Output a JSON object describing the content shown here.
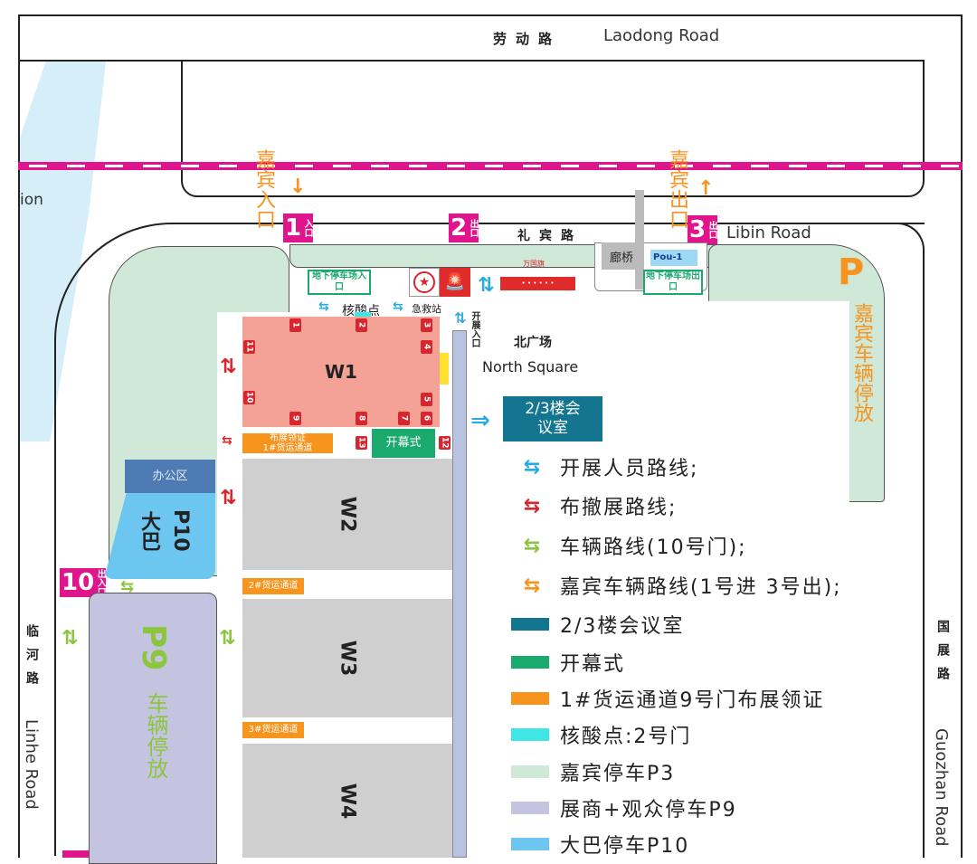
{
  "roads": {
    "north": {
      "cn": "劳动路",
      "en": "Laodong Road"
    },
    "libin": {
      "cn": "礼宾路",
      "en": "Libin Road"
    },
    "west": {
      "cn": "临河路",
      "en": "Linhe Road"
    },
    "east": {
      "cn": "国展路",
      "en": "Guozhan Road"
    },
    "partial_left": "ion"
  },
  "gates": [
    {
      "num": "1",
      "tag": "入口"
    },
    {
      "num": "2",
      "tag": "出口"
    },
    {
      "num": "3",
      "tag": "出口"
    },
    {
      "num": "10",
      "tag": "出入口"
    }
  ],
  "vip": {
    "entrance": "嘉宾入口",
    "exit": "嘉宾出口"
  },
  "labels": {
    "underground_entry": "地下停车场入口",
    "underground_exit": "地下停车场出口",
    "bridge": "廊桥",
    "pou": "Pou-1",
    "flags": "万国旗",
    "nucleic": "核酸点",
    "firstaid": "急救站",
    "open_entry": "开展入口",
    "north_square_cn": "北广场",
    "north_square_en": "North Square",
    "meeting": "2/3楼会议室",
    "office": "办公区",
    "p10": "P10",
    "p10_bus": "大巴",
    "p9": "P9",
    "p9_text": "车辆停放",
    "p3": "P",
    "p3_text": "嘉宾车辆停放",
    "opening": "开幕式",
    "cargo1_a": "布展领证",
    "cargo1_b": "1#货运通道",
    "cargo2": "2#货运通道",
    "cargo3": "3#货运通道"
  },
  "halls": [
    "W1",
    "W2",
    "W3",
    "W4"
  ],
  "doors": [
    "1",
    "2",
    "3",
    "4",
    "5",
    "6",
    "7",
    "8",
    "9",
    "10",
    "11",
    "12",
    "13"
  ],
  "legend": [
    {
      "type": "arrow",
      "color": "#29abe2",
      "label": "开展人员路线;"
    },
    {
      "type": "arrow",
      "color": "#d7262e",
      "label": "布撤展路线;"
    },
    {
      "type": "arrow",
      "color": "#8cc63f",
      "label": "车辆路线(10号门);"
    },
    {
      "type": "arrow",
      "color": "#f7931e",
      "label": "嘉宾车辆路线(1号进 3号出);"
    },
    {
      "type": "swatch",
      "color": "#13758f",
      "label": "2/3楼会议室"
    },
    {
      "type": "swatch",
      "color": "#1aaa6e",
      "label": "开幕式"
    },
    {
      "type": "swatch",
      "color": "#f7941d",
      "label": "1#货运通道9号门布展领证"
    },
    {
      "type": "swatch",
      "color": "#3ee6e6",
      "label": "核酸点:2号门"
    },
    {
      "type": "swatch",
      "color": "#cfe8d8",
      "label": "嘉宾停车P3"
    },
    {
      "type": "swatch",
      "color": "#c4c3e0",
      "label": "展商+观众停车P9"
    },
    {
      "type": "swatch",
      "color": "#6cc6f0",
      "label": "大巴停车P10"
    }
  ]
}
